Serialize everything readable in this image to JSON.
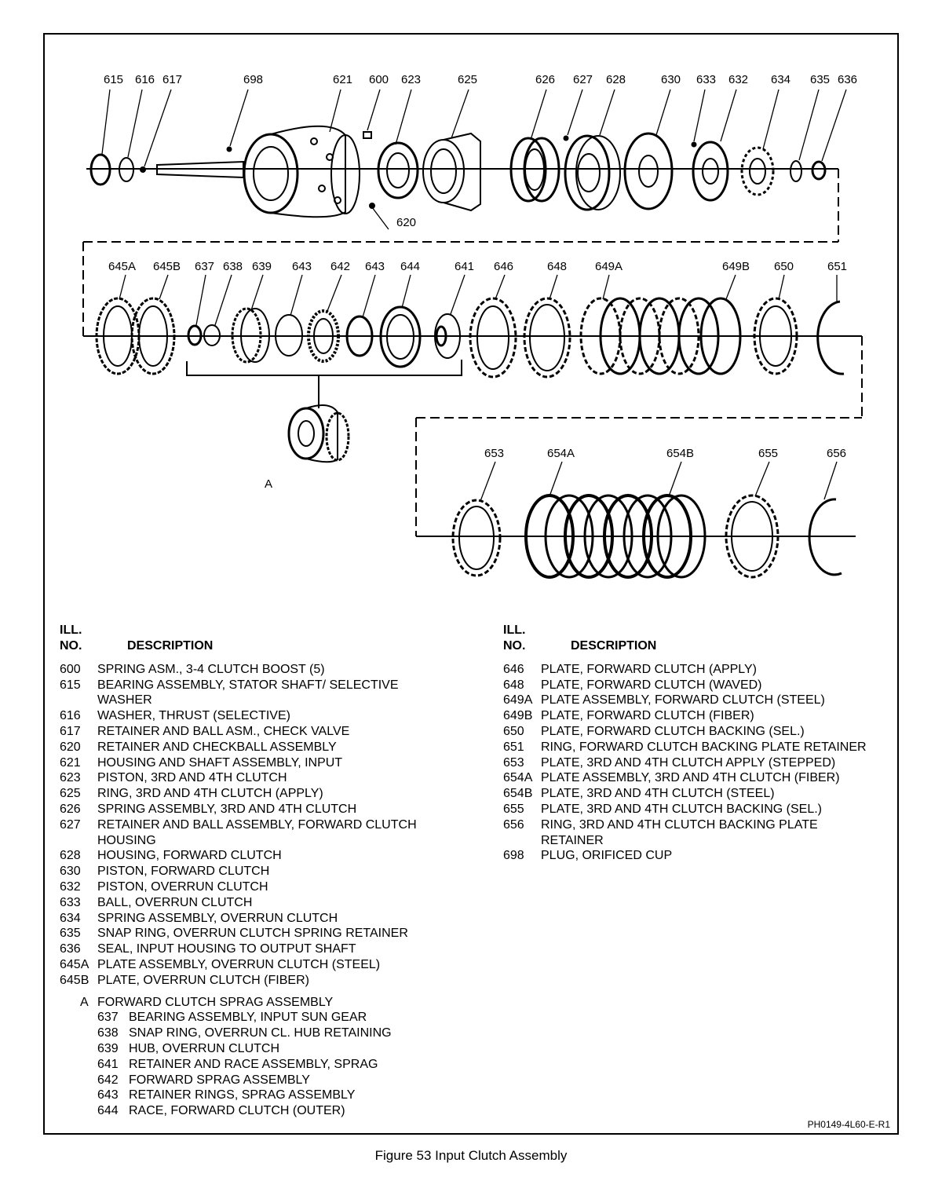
{
  "labels": {
    "row1": [
      "615",
      "616",
      "617",
      "698",
      "621",
      "600",
      "623",
      "625",
      "626",
      "627",
      "628",
      "630",
      "633",
      "632",
      "634",
      "635",
      "636",
      "620"
    ],
    "row2": [
      "645A",
      "645B",
      "637",
      "638",
      "639",
      "643",
      "642",
      "643",
      "644",
      "641",
      "646",
      "648",
      "649A",
      "649B",
      "650",
      "651",
      "A"
    ],
    "row3": [
      "653",
      "654A",
      "654B",
      "655",
      "656"
    ]
  },
  "left_table": {
    "header_ill": "ILL.",
    "header_no": "NO.",
    "header_desc": "DESCRIPTION",
    "rows": [
      {
        "no": "600",
        "desc": "SPRING ASM., 3-4 CLUTCH BOOST (5)"
      },
      {
        "no": "615",
        "desc": "BEARING ASSEMBLY, STATOR SHAFT/ SELECTIVE",
        "desc2": "WASHER"
      },
      {
        "no": "616",
        "desc": "WASHER, THRUST (SELECTIVE)"
      },
      {
        "no": "617",
        "desc": "RETAINER AND BALL ASM., CHECK VALVE"
      },
      {
        "no": "620",
        "desc": "RETAINER AND CHECKBALL ASSEMBLY"
      },
      {
        "no": "621",
        "desc": "HOUSING AND SHAFT ASSEMBLY, INPUT"
      },
      {
        "no": "623",
        "desc": "PISTON, 3RD AND 4TH CLUTCH"
      },
      {
        "no": "625",
        "desc": "RING, 3RD AND 4TH CLUTCH (APPLY)"
      },
      {
        "no": "626",
        "desc": "SPRING ASSEMBLY, 3RD AND 4TH CLUTCH"
      },
      {
        "no": "627",
        "desc": "RETAINER AND BALL ASSEMBLY, FORWARD CLUTCH",
        "desc2": "HOUSING"
      },
      {
        "no": "628",
        "desc": "HOUSING, FORWARD CLUTCH"
      },
      {
        "no": "630",
        "desc": "PISTON, FORWARD CLUTCH"
      },
      {
        "no": "632",
        "desc": "PISTON, OVERRUN CLUTCH"
      },
      {
        "no": "633",
        "desc": "BALL, OVERRUN CLUTCH"
      },
      {
        "no": "634",
        "desc": "SPRING ASSEMBLY, OVERRUN CLUTCH"
      },
      {
        "no": "635",
        "desc": "SNAP RING, OVERRUN CLUTCH SPRING RETAINER"
      },
      {
        "no": "636",
        "desc": "SEAL, INPUT HOUSING TO OUTPUT SHAFT"
      },
      {
        "no": "645A",
        "desc": "PLATE ASSEMBLY, OVERRUN CLUTCH (STEEL)"
      },
      {
        "no": "645B",
        "desc": "PLATE, OVERRUN CLUTCH (FIBER)"
      }
    ],
    "group_letter": "A",
    "group_title": "FORWARD CLUTCH SPRAG ASSEMBLY",
    "group_rows": [
      {
        "no": "637",
        "desc": "BEARING ASSEMBLY, INPUT SUN GEAR"
      },
      {
        "no": "638",
        "desc": "SNAP RING, OVERRUN CL. HUB RETAINING"
      },
      {
        "no": "639",
        "desc": "HUB, OVERRUN CLUTCH"
      },
      {
        "no": "641",
        "desc": "RETAINER AND RACE ASSEMBLY, SPRAG"
      },
      {
        "no": "642",
        "desc": "FORWARD SPRAG ASSEMBLY"
      },
      {
        "no": "643",
        "desc": "RETAINER RINGS, SPRAG ASSEMBLY"
      },
      {
        "no": "644",
        "desc": "RACE, FORWARD CLUTCH (OUTER)"
      }
    ]
  },
  "right_table": {
    "header_ill": "ILL.",
    "header_no": "NO.",
    "header_desc": "DESCRIPTION",
    "rows": [
      {
        "no": "646",
        "desc": "PLATE, FORWARD CLUTCH (APPLY)"
      },
      {
        "no": "648",
        "desc": "PLATE, FORWARD CLUTCH (WAVED)"
      },
      {
        "no": "649A",
        "desc": "PLATE ASSEMBLY, FORWARD CLUTCH (STEEL)"
      },
      {
        "no": "649B",
        "desc": "PLATE, FORWARD CLUTCH (FIBER)"
      },
      {
        "no": "650",
        "desc": "PLATE, FORWARD CLUTCH BACKING (SEL.)"
      },
      {
        "no": "651",
        "desc": "RING, FORWARD CLUTCH BACKING PLATE RETAINER"
      },
      {
        "no": "653",
        "desc": "PLATE, 3RD AND 4TH CLUTCH APPLY (STEPPED)"
      },
      {
        "no": "654A",
        "desc": "PLATE ASSEMBLY, 3RD AND 4TH CLUTCH (FIBER)"
      },
      {
        "no": "654B",
        "desc": "PLATE, 3RD AND 4TH CLUTCH (STEEL)"
      },
      {
        "no": "655",
        "desc": "PLATE, 3RD AND 4TH CLUTCH BACKING (SEL.)"
      },
      {
        "no": "656",
        "desc": "RING, 3RD AND 4TH CLUTCH BACKING PLATE",
        "desc2": "RETAINER"
      },
      {
        "no": "698",
        "desc": "PLUG, ORIFICED CUP"
      }
    ]
  },
  "footer_code": "PH0149-4L60-E-R1",
  "caption": "Figure 53 Input Clutch Assembly"
}
